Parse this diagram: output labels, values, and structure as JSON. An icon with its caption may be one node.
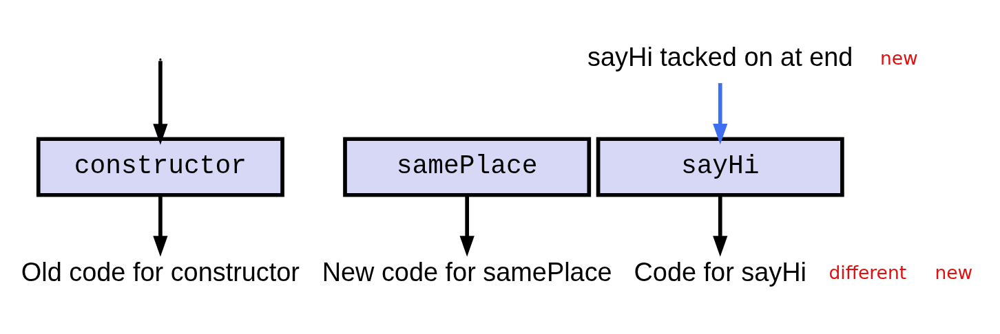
{
  "diagram": {
    "nodes": [
      {
        "text": [
          "constructor"
        ]
      },
      {
        "text": [
          "samePlace"
        ]
      },
      {
        "text": [
          "sayHi"
        ]
      },
      {
        "text": [
          "Old code for constructor"
        ]
      },
      {
        "text": [
          "New code for samePlace"
        ]
      },
      {
        "text": [
          "Code for sayHi"
        ]
      },
      {
        "text": [
          "sayHi tacked on at end"
        ]
      }
    ],
    "edges": [
      {
        "from": null,
        "to": 0,
        "arrow": "to"
      },
      {
        "from": 0,
        "to": 3,
        "arrow": "to"
      },
      {
        "from": 1,
        "to": 4,
        "arrow": "to"
      },
      {
        "from": 2,
        "to": 5,
        "arrow": "to"
      },
      {
        "from": 6,
        "to": 2,
        "arrow": "to",
        "color": "#3f6ff0"
      }
    ],
    "labels": [
      "new",
      "different",
      "new"
    ]
  }
}
